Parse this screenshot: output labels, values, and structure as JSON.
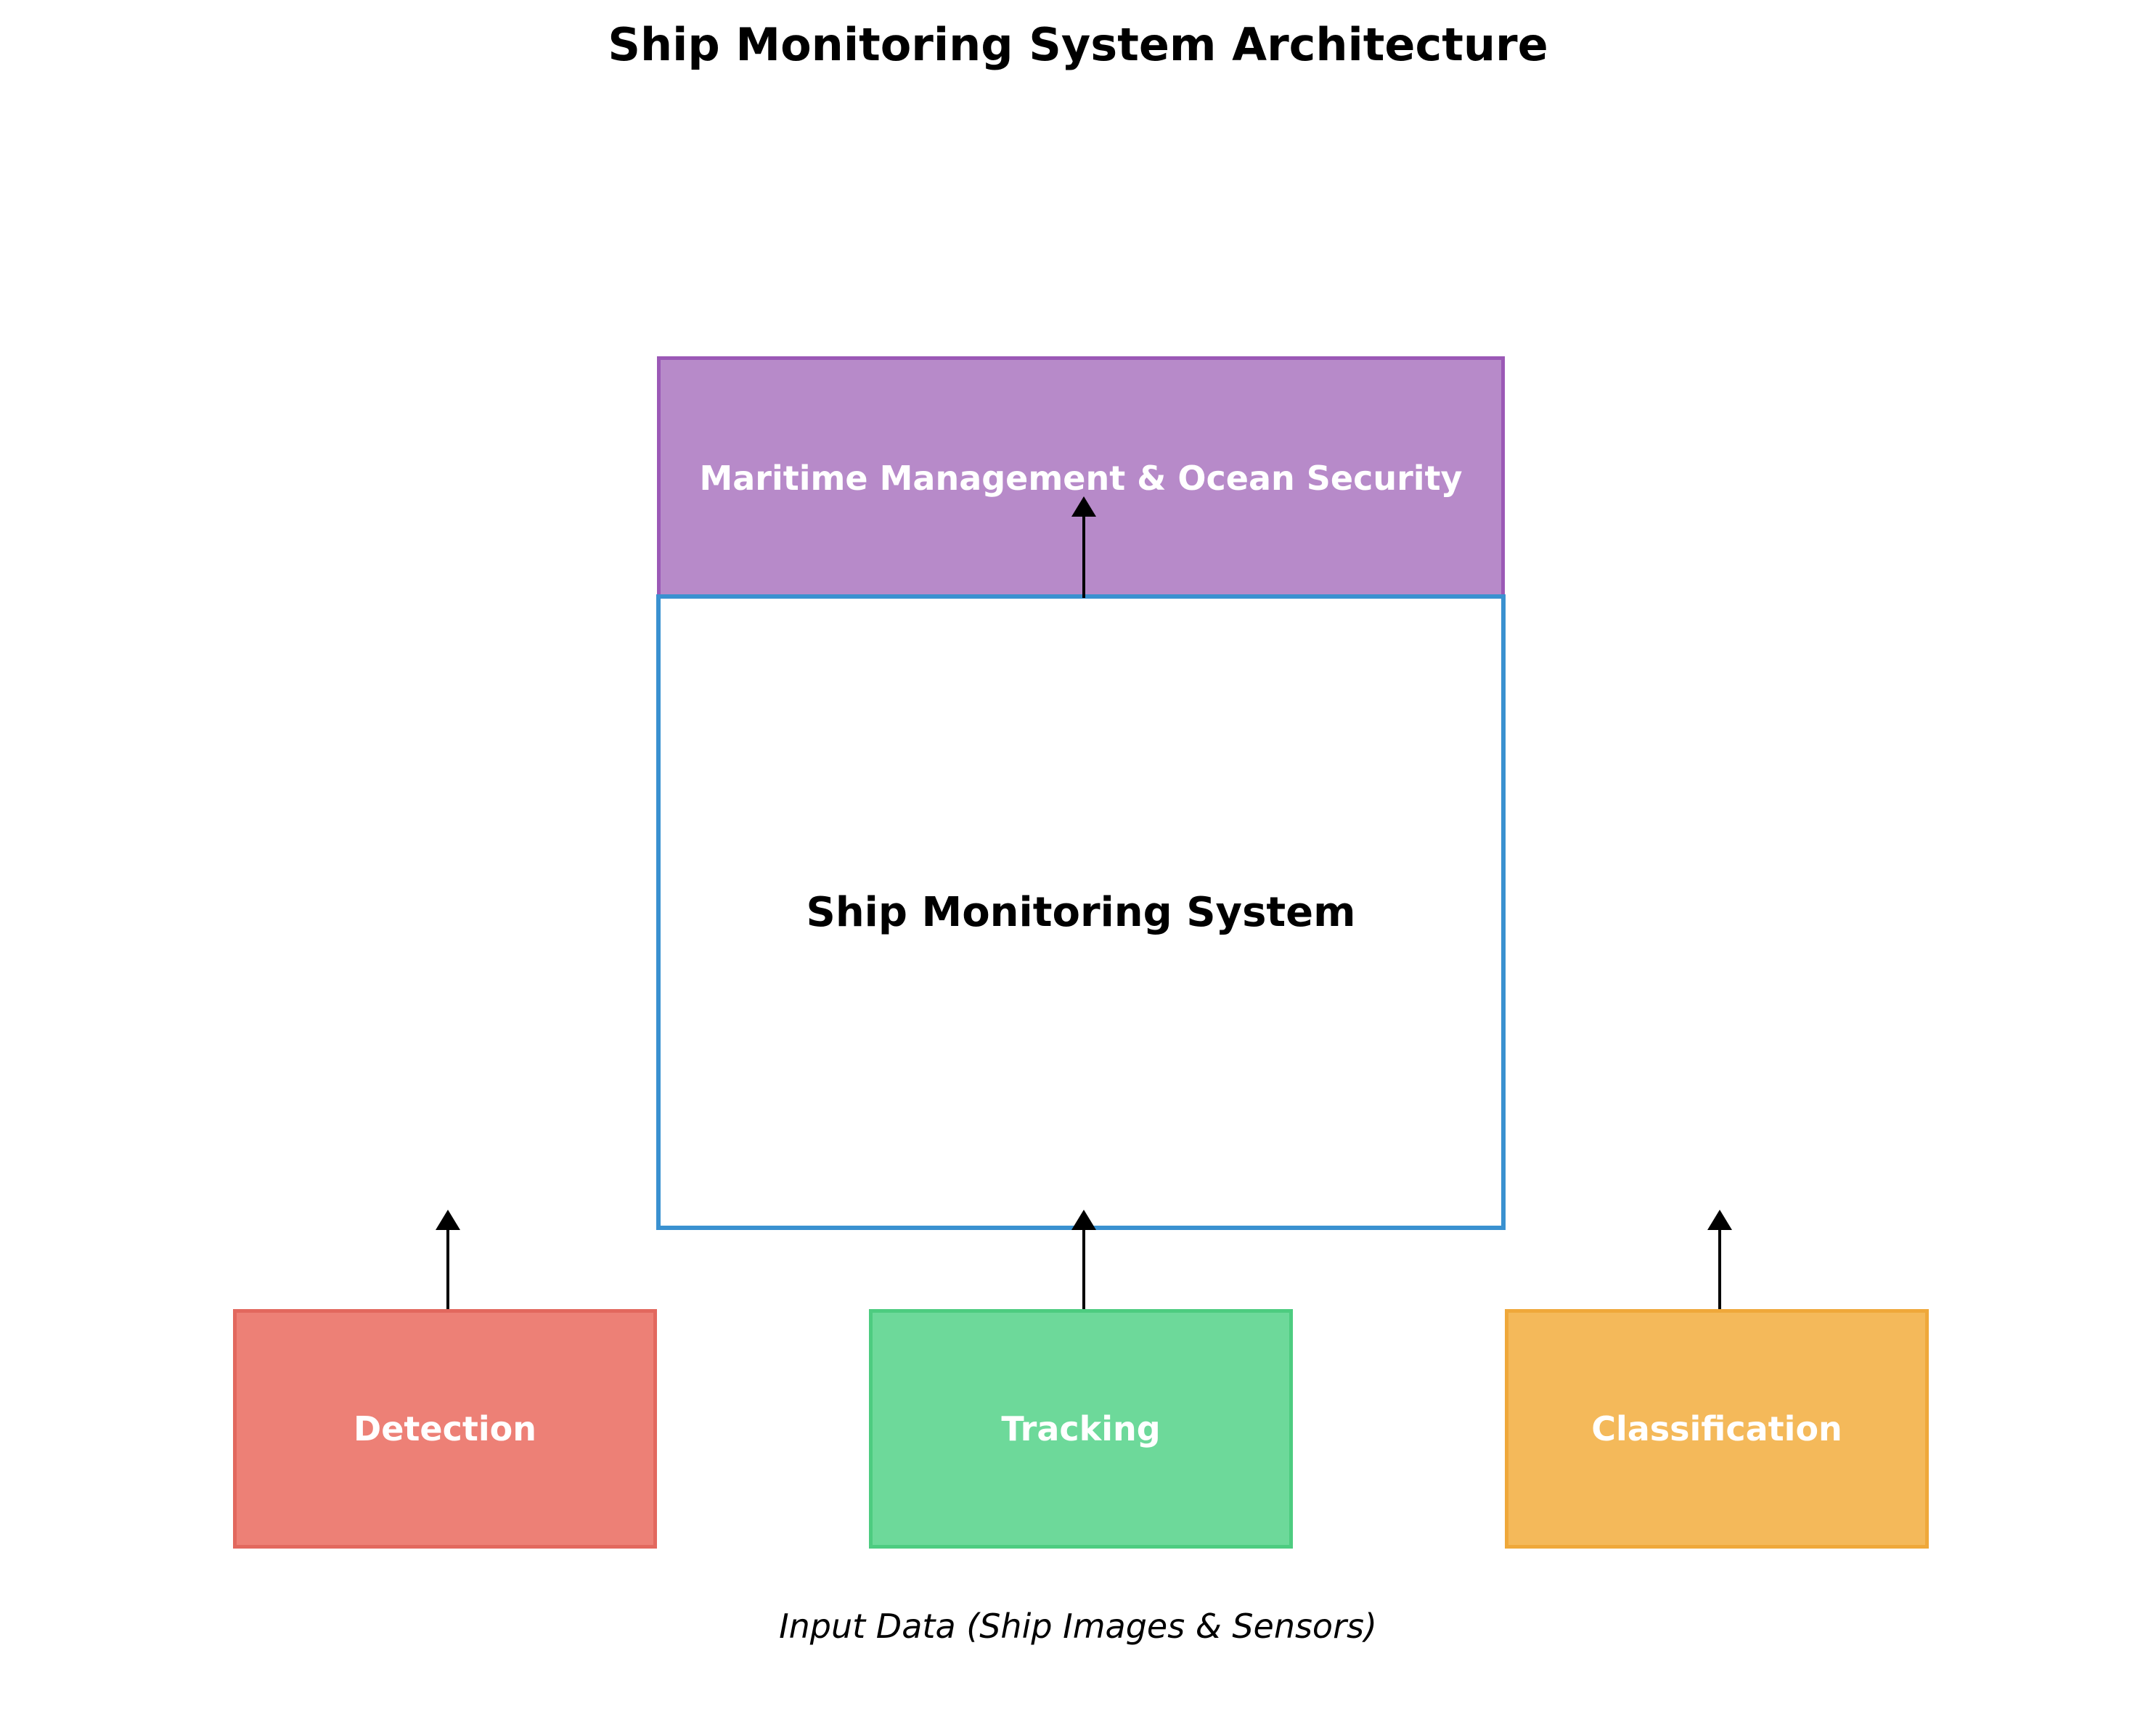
{
  "title": "Ship Monitoring System Architecture",
  "top_box": {
    "label": "Maritime Management & Ocean Security",
    "fill_color": "#b78ac9",
    "border_color": "#9b59b6"
  },
  "main_box": {
    "label": "Ship Monitoring System",
    "border_color": "#3a91d0"
  },
  "input_boxes": [
    {
      "label": "Detection",
      "fill_color": "#ed8076"
    },
    {
      "label": "Tracking",
      "fill_color": "#6dd99a"
    },
    {
      "label": "Classification",
      "fill_color": "#f4b95a"
    }
  ],
  "footer": "Input Data (Ship Images & Sensors)"
}
